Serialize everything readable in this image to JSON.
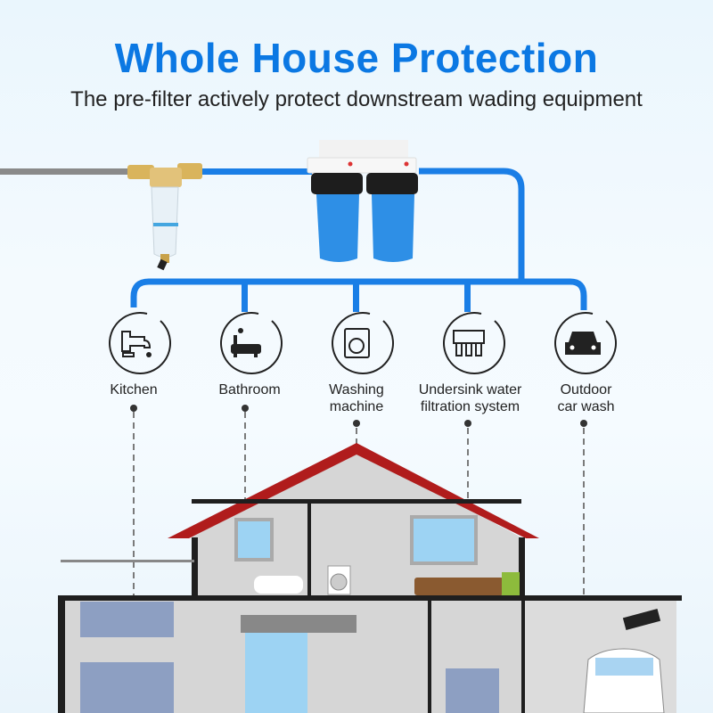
{
  "header": {
    "title": "Whole House Protection",
    "subtitle": "The pre-filter actively protect downstream wading equipment"
  },
  "colors": {
    "title": "#0b78e3",
    "pipe_blue": "#1a7ee6",
    "pipe_gray": "#808080",
    "roof_red": "#b01c1c",
    "wall_gray": "#d6d6d6"
  },
  "equipment": {
    "pre_filter": "brass-pre-filter",
    "main_filter": "dual-blue-big-filter-housing"
  },
  "outlets": [
    {
      "icon": "faucet-icon",
      "label_line1": "Kitchen",
      "label_line2": ""
    },
    {
      "icon": "bathtub-icon",
      "label_line1": "Bathroom",
      "label_line2": ""
    },
    {
      "icon": "washing-machine-icon",
      "label_line1": "Washing",
      "label_line2": "machine"
    },
    {
      "icon": "undersink-filter-icon",
      "label_line1": "Undersink water",
      "label_line2": "filtration system"
    },
    {
      "icon": "car-icon",
      "label_line1": "Outdoor",
      "label_line2": "car wash"
    }
  ]
}
